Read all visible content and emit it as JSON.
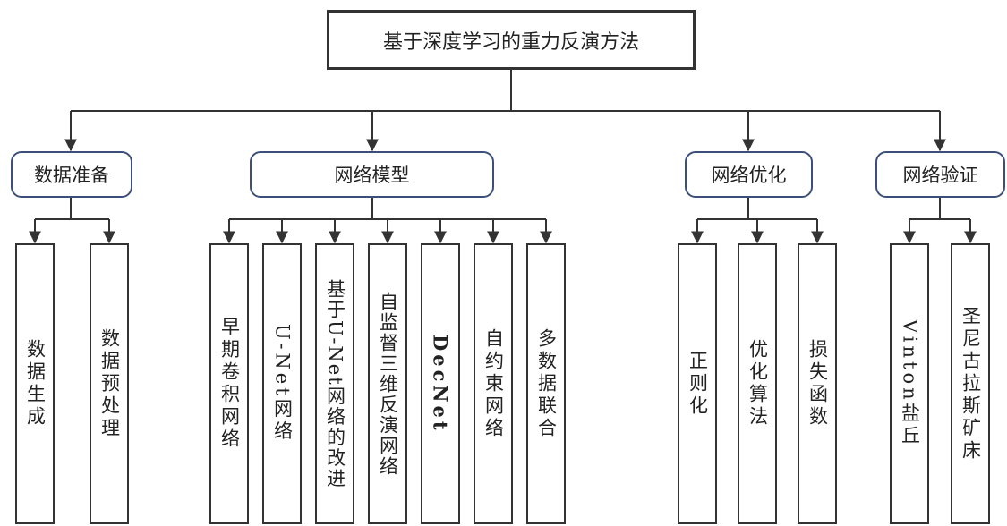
{
  "root": {
    "label": "基于深度学习的重力反演方法"
  },
  "categories": [
    {
      "label": "数据准备",
      "children": [
        "数据生成",
        "数据预处理"
      ]
    },
    {
      "label": "网络模型",
      "children": [
        "早期卷积网络",
        "U-Net网络",
        "基于U-Net网络的改进",
        "自监督三维反演网络",
        "DecNet",
        "自约束网络",
        "多数据联合"
      ]
    },
    {
      "label": "网络优化",
      "children": [
        "正则化",
        "优化算法",
        "损失函数"
      ]
    },
    {
      "label": "网络验证",
      "children": [
        "Vinton盐丘",
        "圣尼古拉斯矿床"
      ]
    }
  ]
}
